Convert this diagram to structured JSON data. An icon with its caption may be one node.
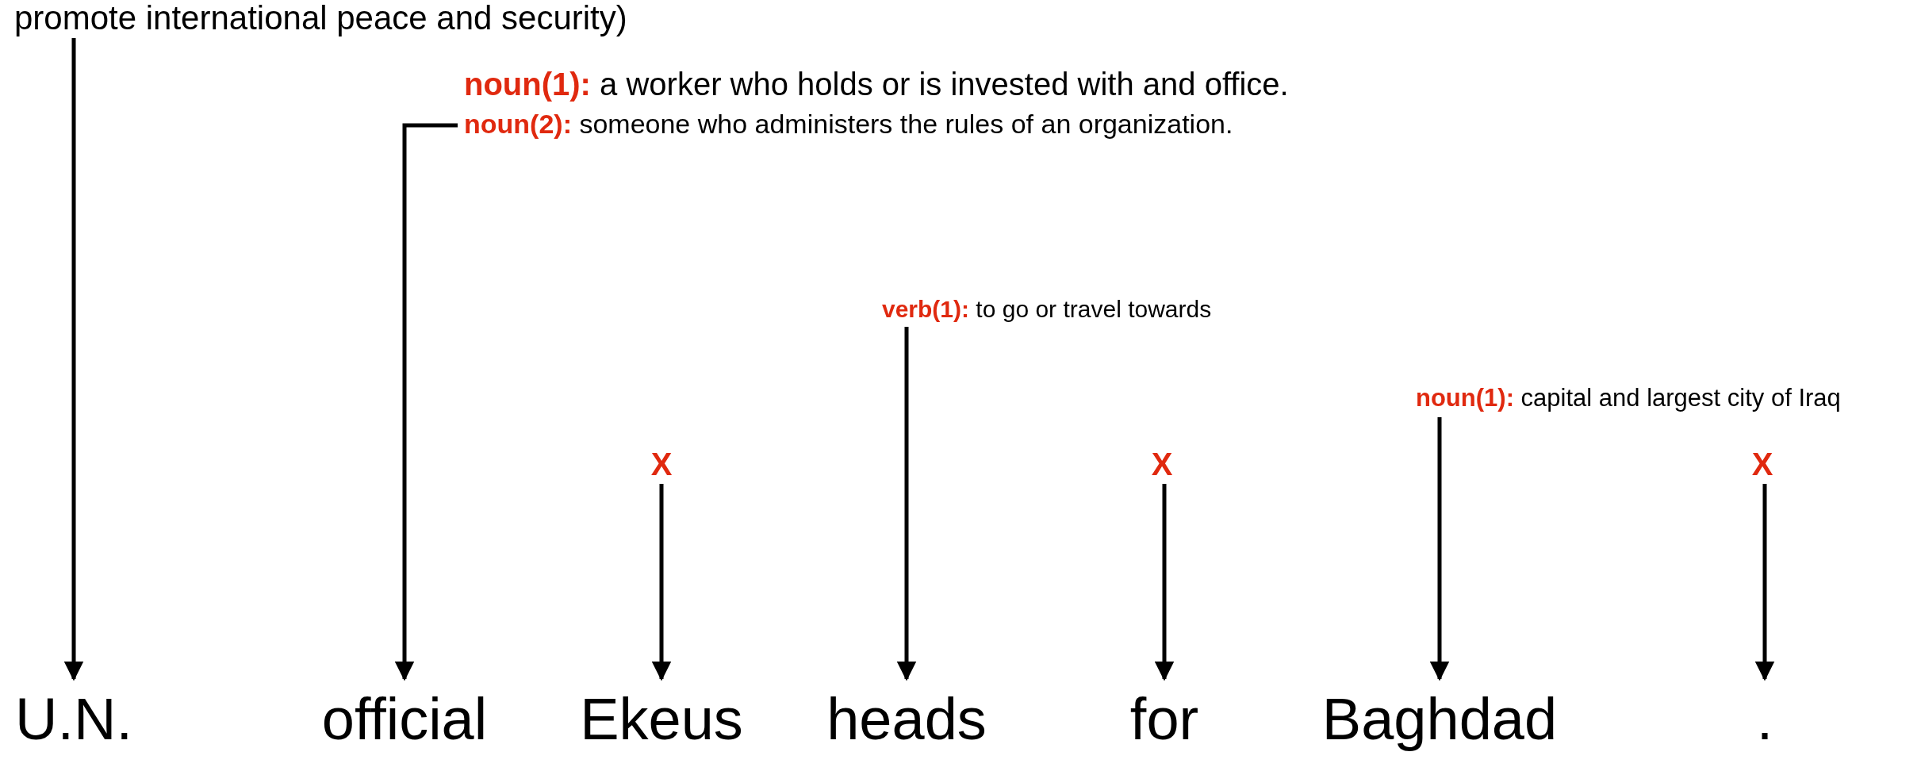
{
  "diagram": {
    "nodes": [
      {
        "text": [
          "promote international peace and security)"
        ]
      },
      {
        "text": [
          "**noun(1):** a worker who holds or is invested with and office.",
          "**noun(2):** someone who administers the rules of an organization."
        ]
      },
      {
        "text": [
          "**verb(1):** to go or travel towards"
        ]
      },
      {
        "text": [
          "**noun(1):** capital and largest city of Iraq"
        ]
      },
      {
        "text": [
          "X"
        ]
      },
      {
        "text": [
          "X"
        ]
      },
      {
        "text": [
          "X"
        ]
      },
      {
        "text": [
          "U.N."
        ]
      },
      {
        "text": [
          "official"
        ]
      },
      {
        "text": [
          "Ekeus"
        ]
      },
      {
        "text": [
          "heads"
        ]
      },
      {
        "text": [
          "for"
        ]
      },
      {
        "text": [
          "Baghdad"
        ]
      },
      {
        "text": [
          "."
        ]
      }
    ],
    "edges": [
      {
        "from": 0,
        "to": 7,
        "arrow": "to"
      },
      {
        "from": 1,
        "to": 8,
        "arrow": "to"
      },
      {
        "from": 4,
        "to": 9,
        "arrow": "to"
      },
      {
        "from": 2,
        "to": 10,
        "arrow": "to"
      },
      {
        "from": 5,
        "to": 11,
        "arrow": "to"
      },
      {
        "from": 3,
        "to": 12,
        "arrow": "to"
      },
      {
        "from": 6,
        "to": 13,
        "arrow": "to"
      }
    ]
  }
}
